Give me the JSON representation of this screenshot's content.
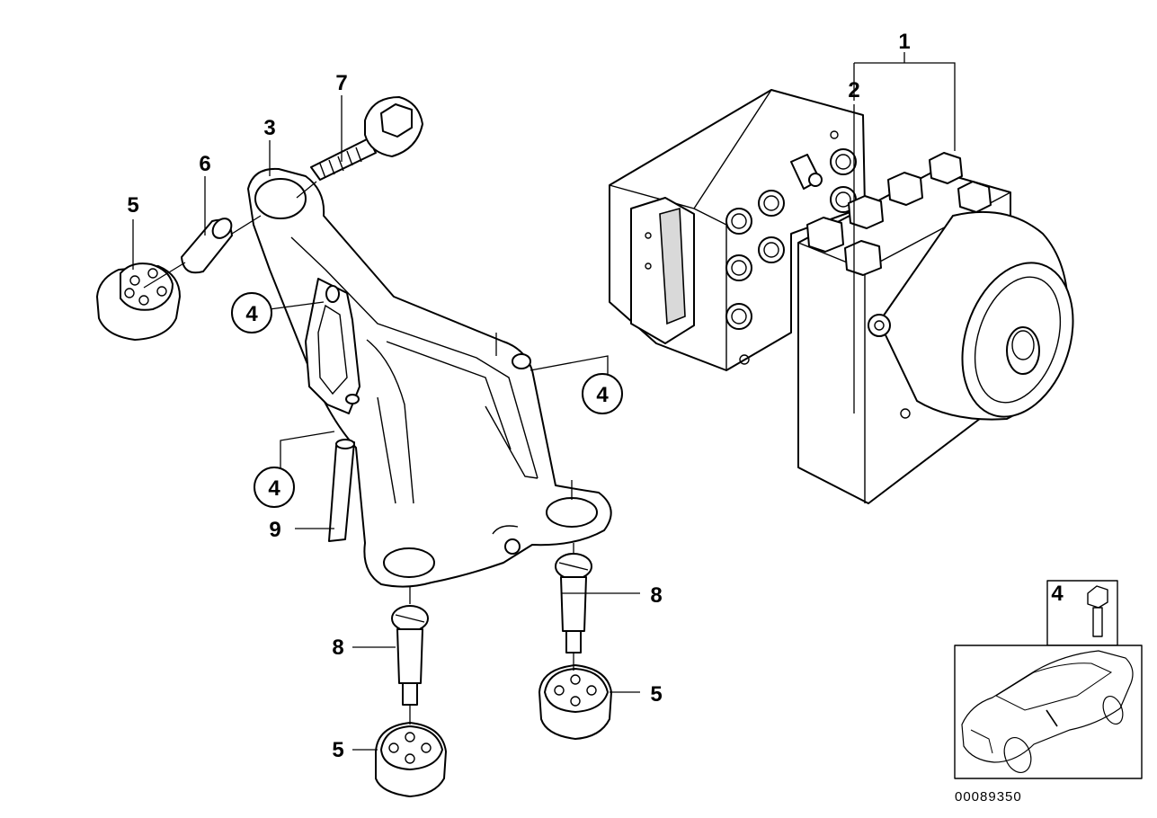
{
  "callouts": {
    "c1": "1",
    "c2": "2",
    "c3": "3",
    "c4a": "4",
    "c4b": "4",
    "c4c": "4",
    "c4inset": "4",
    "c5a": "5",
    "c5b": "5",
    "c5c": "5",
    "c6": "6",
    "c7": "7",
    "c8a": "8",
    "c8b": "8",
    "c9": "9"
  },
  "document_number": "00089350"
}
